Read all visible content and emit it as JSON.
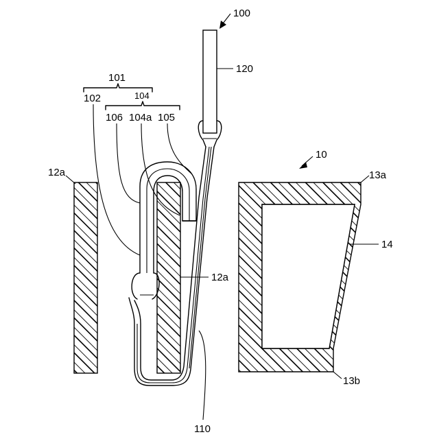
{
  "labels": {
    "l100": "100",
    "l120": "120",
    "l101": "101",
    "l102": "102",
    "l104": "104",
    "l106": "106",
    "l104a": "104a",
    "l105": "105",
    "l10": "10",
    "l12a_left": "12a",
    "l12a_right": "12a",
    "l13a": "13a",
    "l14": "14",
    "l13b": "13b",
    "l110": "110"
  }
}
